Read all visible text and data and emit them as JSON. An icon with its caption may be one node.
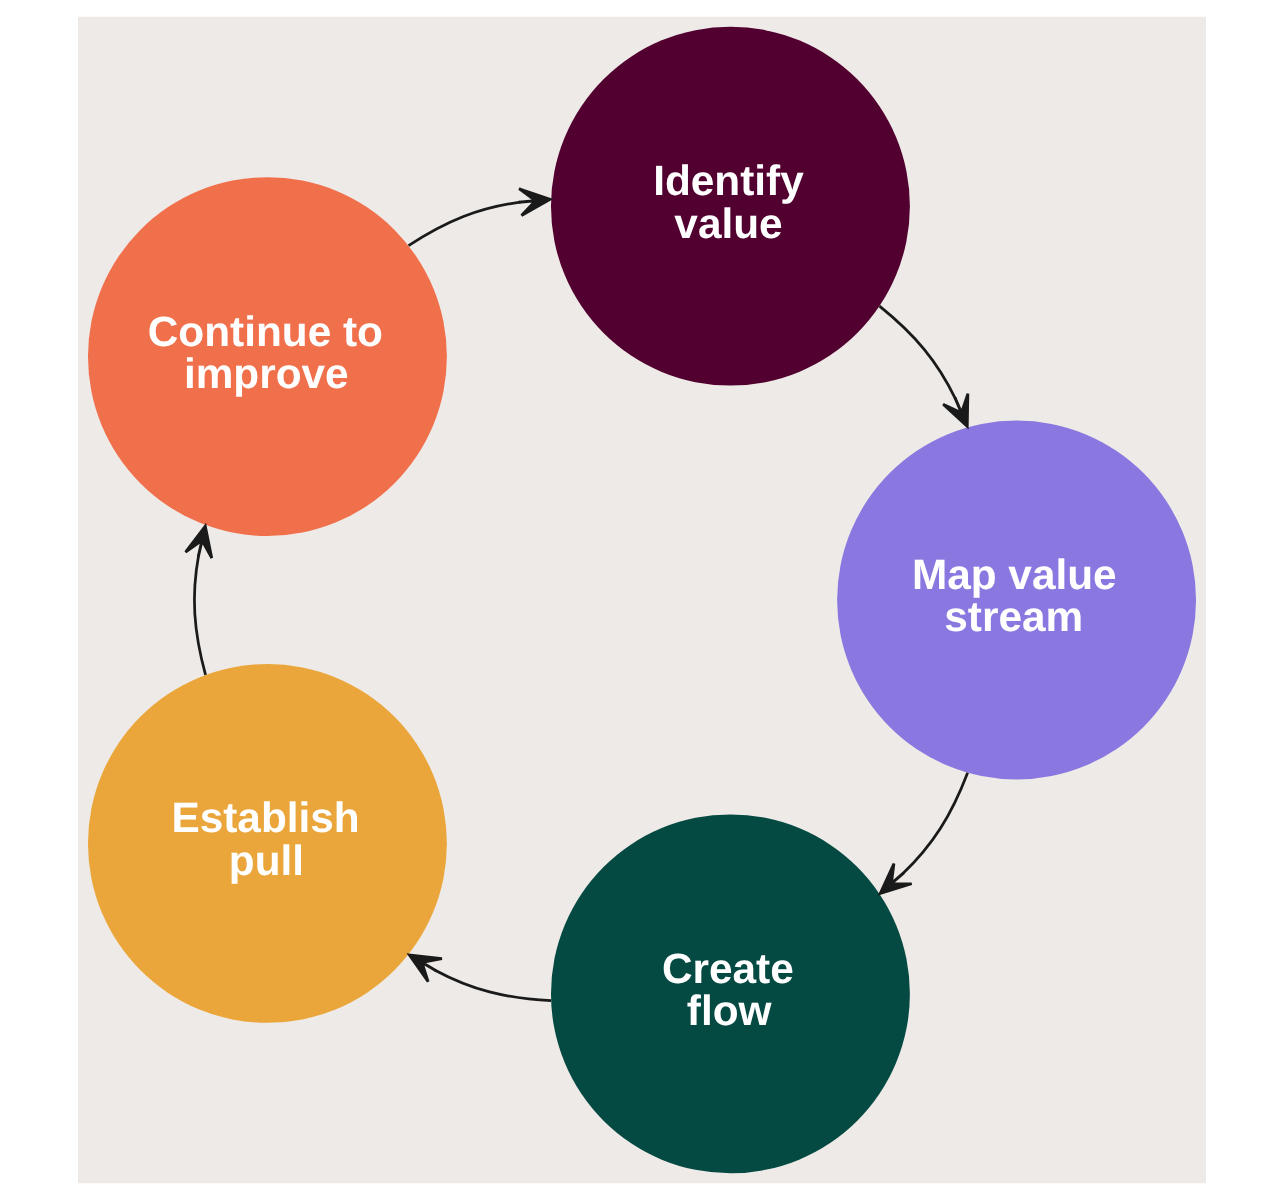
{
  "diagram": {
    "nodes": [
      {
        "text": [
          "Identify value"
        ]
      },
      {
        "text": [
          "Map value stream"
        ]
      },
      {
        "text": [
          "Create flow"
        ]
      },
      {
        "text": [
          "Establish pull"
        ]
      },
      {
        "text": [
          "Continue to improve"
        ]
      }
    ],
    "edges": [
      {
        "from": 0,
        "to": 1,
        "arrow": "to"
      },
      {
        "from": 1,
        "to": 2,
        "arrow": "to"
      },
      {
        "from": 2,
        "to": 3,
        "arrow": "to"
      },
      {
        "from": 3,
        "to": 4,
        "arrow": "to"
      },
      {
        "from": 4,
        "to": 0,
        "arrow": "to"
      }
    ]
  }
}
